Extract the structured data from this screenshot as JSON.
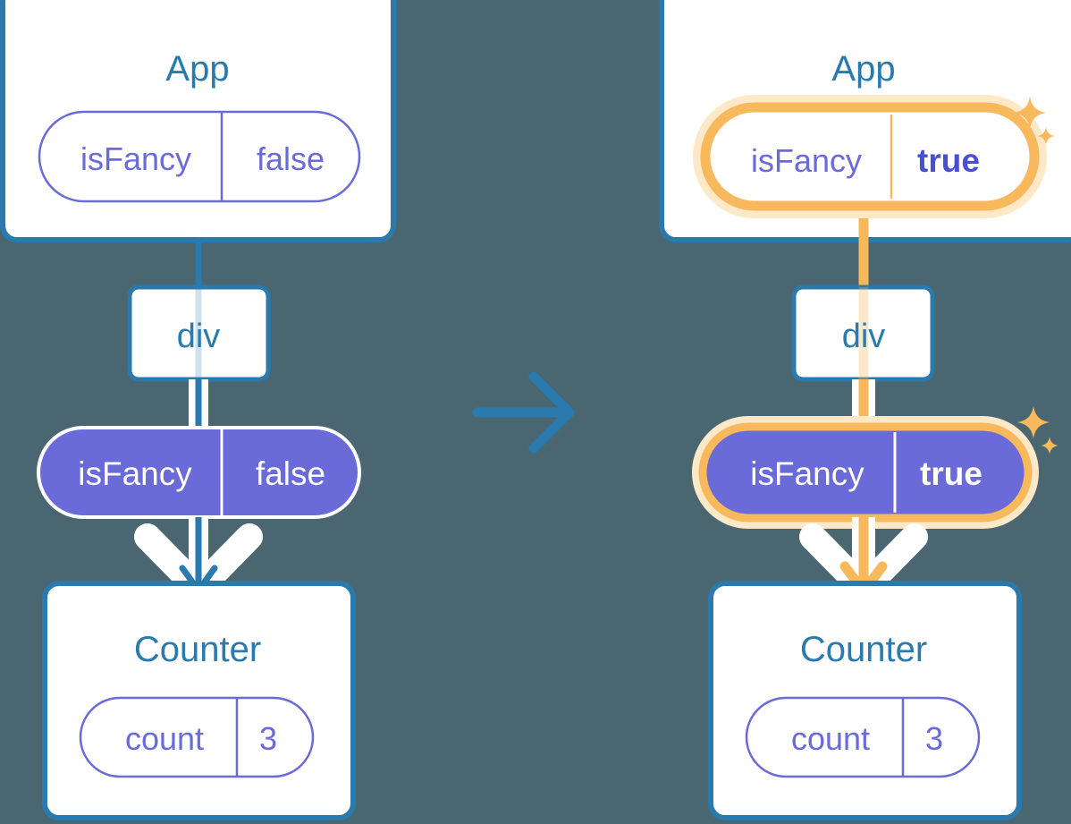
{
  "background_color": "#4A6670",
  "palette": {
    "blue": "#2A7AAE",
    "blue_dark": "#1F6E9E",
    "purple_text": "#575FD8",
    "purple_fill": "#6A6AD9",
    "purple_outline": "#6A6AD9",
    "white": "#FFFFFF",
    "amber": "#F8B85C",
    "amber_glow": "#FCDFAE",
    "amber_light": "#FDE9C8"
  },
  "diagram": {
    "type": "state-propagation-diagram",
    "transition_arrow_label": "",
    "before": {
      "id": "before",
      "app_box": {
        "title": "App",
        "state_pill": {
          "name": "isFancy",
          "value": "false",
          "style": "outline",
          "highlighted": false,
          "bold_value": false
        }
      },
      "div_box": {
        "label": "div"
      },
      "props_pill": {
        "name": "isFancy",
        "value": "false",
        "style": "filled",
        "highlighted": false,
        "bold_value": false
      },
      "counter_box": {
        "title": "Counter",
        "state_pill": {
          "name": "count",
          "value": "3",
          "style": "outline",
          "highlighted": false,
          "bold_value": false
        }
      },
      "connector_color": "#2A7AAE",
      "sparkles": false
    },
    "after": {
      "id": "after",
      "app_box": {
        "title": "App",
        "state_pill": {
          "name": "isFancy",
          "value": "true",
          "style": "outline",
          "highlighted": true,
          "bold_value": true
        }
      },
      "div_box": {
        "label": "div"
      },
      "props_pill": {
        "name": "isFancy",
        "value": "true",
        "style": "filled",
        "highlighted": true,
        "bold_value": true
      },
      "counter_box": {
        "title": "Counter",
        "state_pill": {
          "name": "count",
          "value": "3",
          "style": "outline",
          "highlighted": false,
          "bold_value": false
        }
      },
      "connector_color": "#F8B85C",
      "sparkles": true
    }
  }
}
